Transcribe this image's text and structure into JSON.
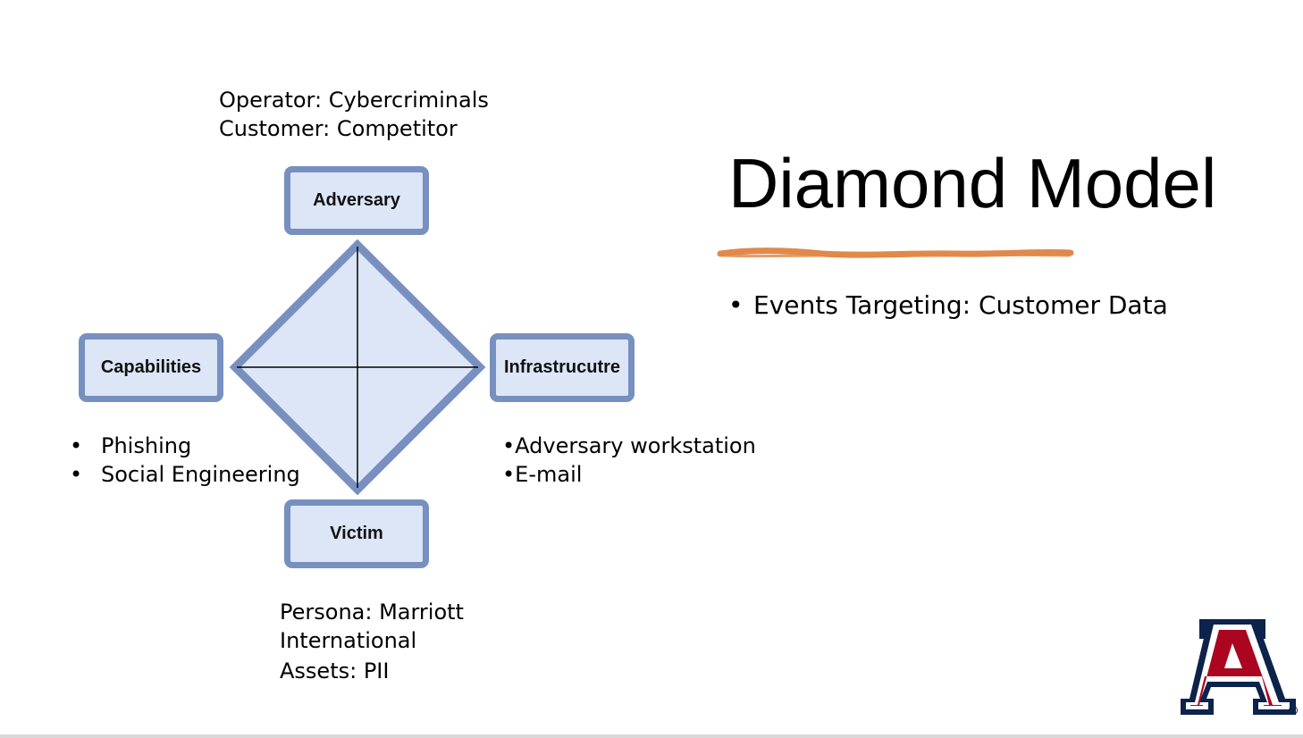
{
  "slide": {
    "title": "Diamond Model",
    "bullets": [
      "Events Targeting: Customer Data"
    ],
    "accent_color": "#e0894a"
  },
  "diagram": {
    "nodes": {
      "adversary": "Adversary",
      "capabilities": "Capabilities",
      "infrastructure": "Infrastrucutre",
      "victim": "Victim"
    },
    "adversary_notes": [
      "Operator: Cybercriminals",
      "Customer: Competitor"
    ],
    "capabilities_notes": [
      "Phishing",
      "Social Engineering"
    ],
    "infrastructure_notes": [
      "•Adversary workstation",
      "•E-mail"
    ],
    "victim_notes": {
      "persona_line1": "Persona: Marriott",
      "persona_line2": "International",
      "assets": "Assets: PII"
    },
    "colors": {
      "node_border": "#7790bf",
      "node_fill": "#dce6f7"
    }
  },
  "logo": {
    "icon": "university-of-arizona-a-logo",
    "colors": {
      "navy": "#0c234b",
      "red": "#ab0520"
    }
  }
}
